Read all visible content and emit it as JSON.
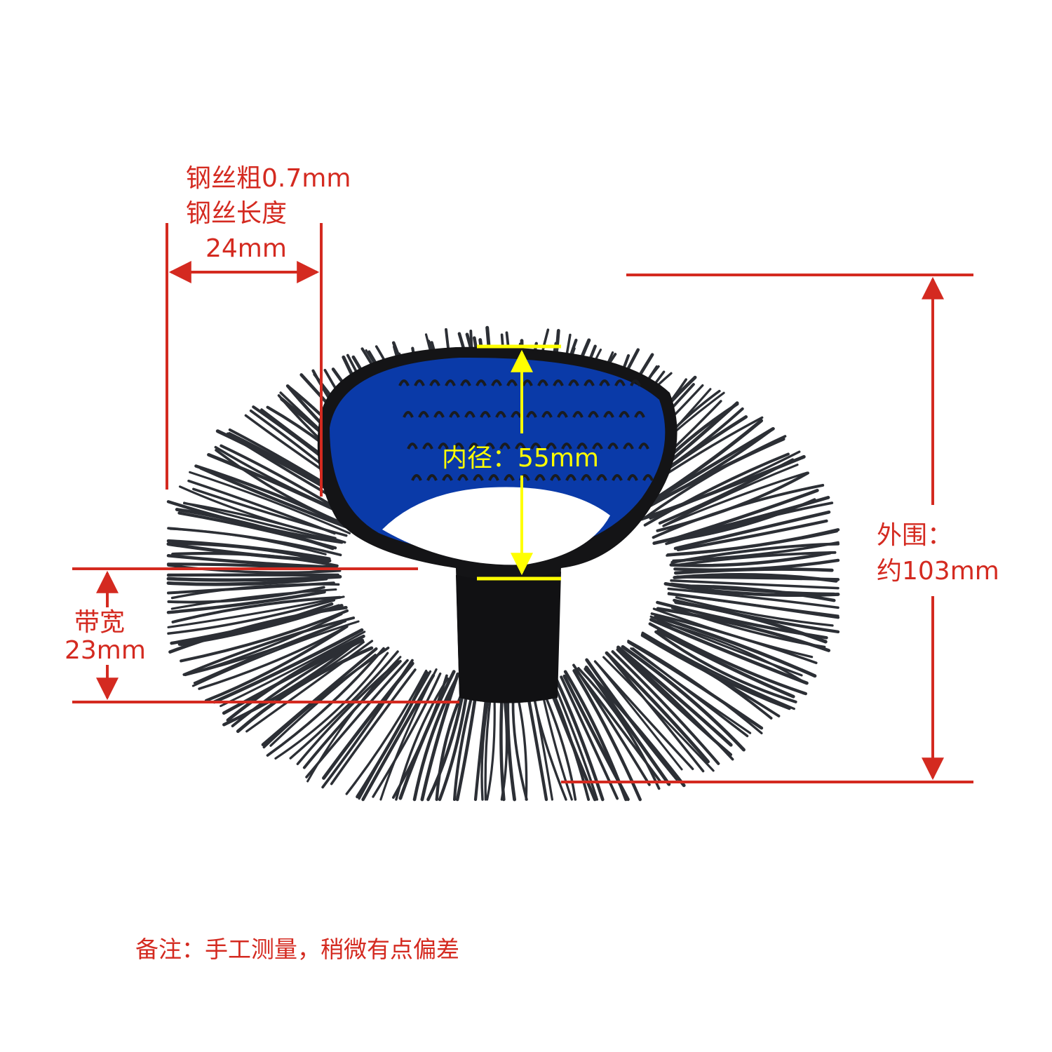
{
  "colors": {
    "annotation": "#d42a20",
    "inner_marker": "#ffff00",
    "bristle": "#2c2f35",
    "belt_lining": "#0a3aa8",
    "belt_outer": "#141416",
    "background": "#ffffff"
  },
  "product": {
    "name_icon": "steel-wire-brush-belt-icon"
  },
  "labels": {
    "wire_thickness": "钢丝粗0.7mm",
    "wire_length_title": "钢丝长度",
    "wire_length_value": "24mm",
    "inner_diameter": "内径：55mm",
    "outer_title": "外围：",
    "outer_value": "约103mm",
    "band_width_title": "带宽",
    "band_width_value": "23mm",
    "note": "备注：手工测量，稍微有点偏差"
  }
}
